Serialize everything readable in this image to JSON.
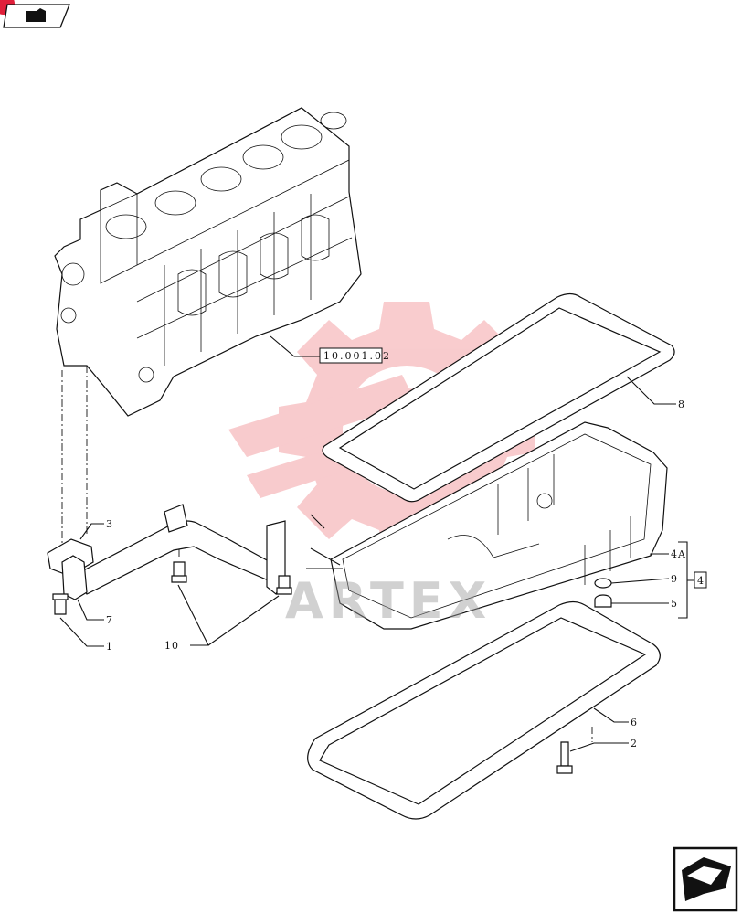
{
  "reference_box": "10.001.02",
  "group_box": "4",
  "watermark": "ARTEX",
  "colors": {
    "watermark": "#e8474f",
    "lines": "#111111",
    "corner_mark": "#e0203a"
  },
  "icons": {
    "top_left": "engine-book-icon",
    "bottom_right": "next-page-arrow-icon"
  },
  "callouts": {
    "c1": "1",
    "c2": "2",
    "c3": "3",
    "c4A": "4A",
    "c5": "5",
    "c6": "6",
    "c7": "7",
    "c8": "8",
    "c9": "9",
    "c10": "10"
  }
}
